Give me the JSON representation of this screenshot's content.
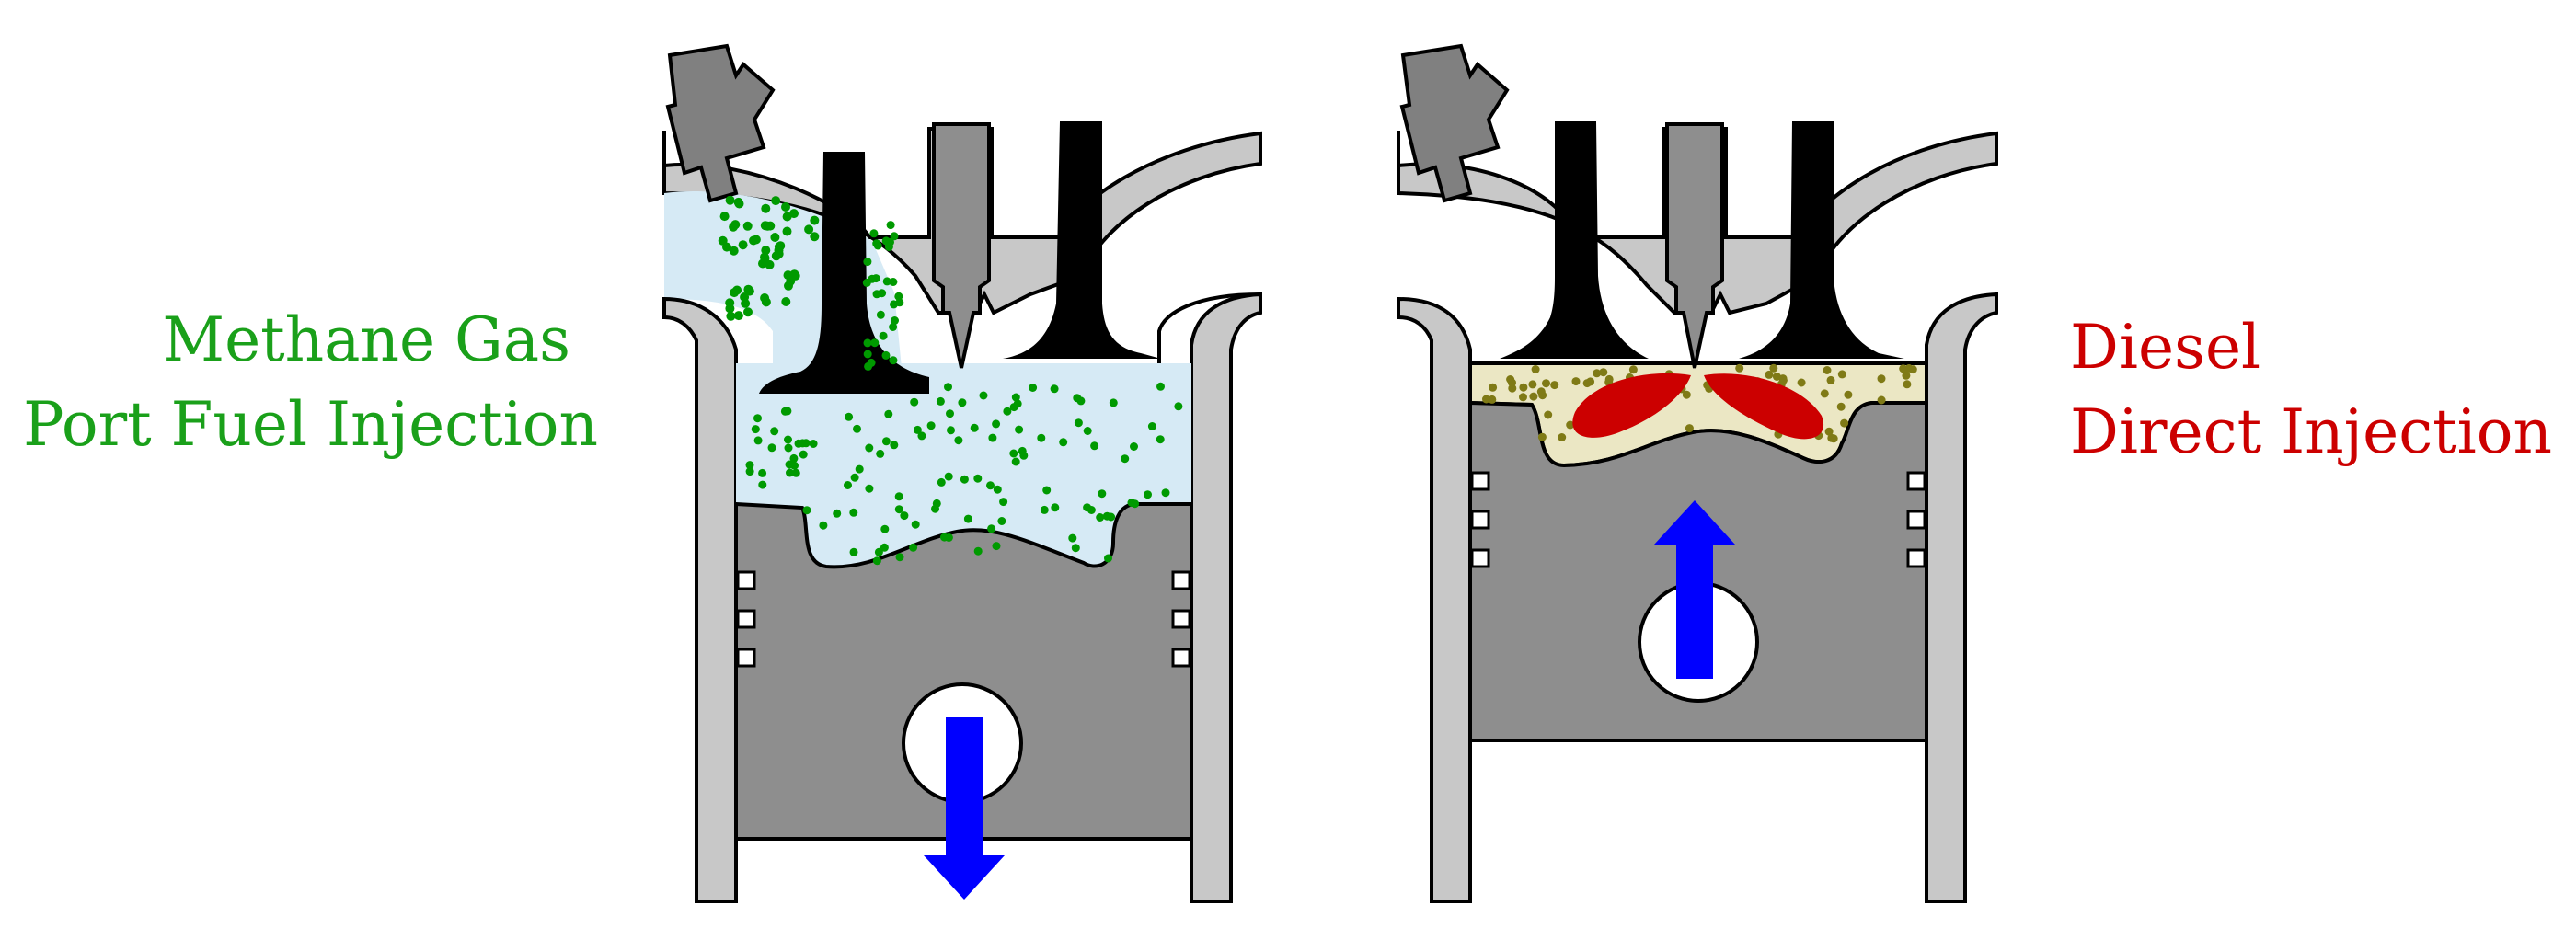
{
  "colors": {
    "metal_light": "#c8c8c8",
    "metal_dark": "#8e8e8e",
    "injector": "#808080",
    "valve": "#000000",
    "outline": "#000000",
    "methane_mix": "#d6eaf5",
    "methane_dots": "#009a00",
    "diesel_mix": "#ebe7c4",
    "diesel_dots": "#7f7a16",
    "diesel_spray": "#cc0000",
    "arrow": "#0000ff",
    "label_left": "#1aa01a",
    "label_right": "#cc0000"
  },
  "labels": {
    "left": {
      "line1": "Methane Gas",
      "line2": "Port Fuel Injection"
    },
    "right": {
      "line1": "Diesel",
      "line2": "Direct Injection"
    }
  },
  "icons": {
    "left_engine": "port-fuel-injection-cylinder",
    "right_engine": "direct-injection-cylinder",
    "piston_motion_left": "arrow-down-icon",
    "piston_motion_right": "arrow-up-icon"
  }
}
